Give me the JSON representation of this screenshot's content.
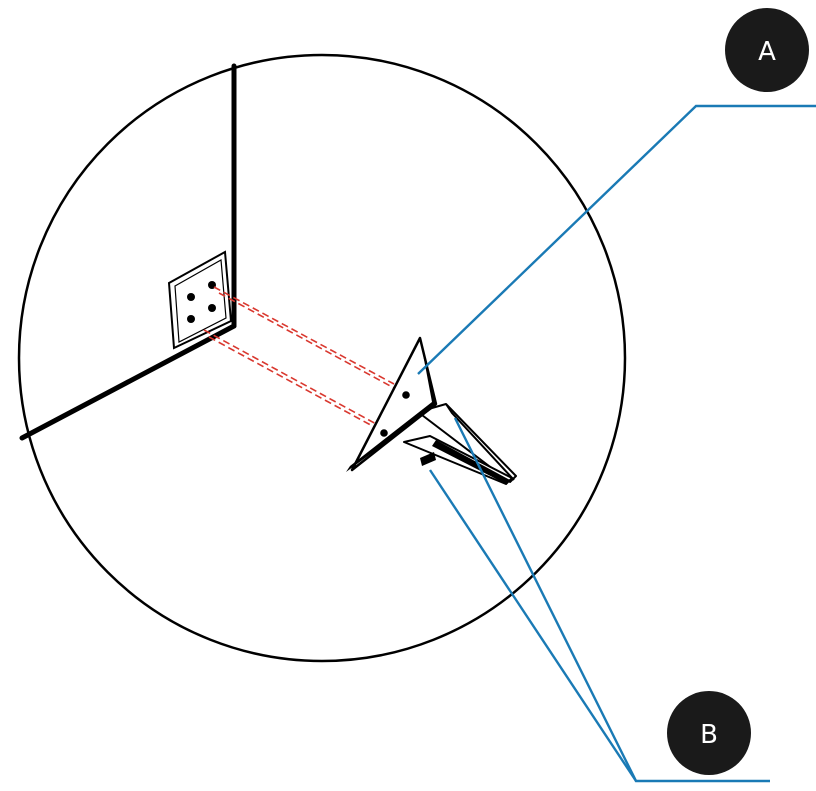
{
  "callouts": [
    {
      "letter": "A",
      "badge_color": "#1a1a1a",
      "leader_color": "#1a7ab5",
      "refers_to": "leg-bracket-plate"
    },
    {
      "letter": "B",
      "badge_color": "#1a1a1a",
      "leader_color": "#1a7ab5",
      "refers_to": "leg-prongs"
    }
  ],
  "colors": {
    "outline": "#000000",
    "alignment_guide": "#d9382f",
    "background": "#ffffff"
  }
}
